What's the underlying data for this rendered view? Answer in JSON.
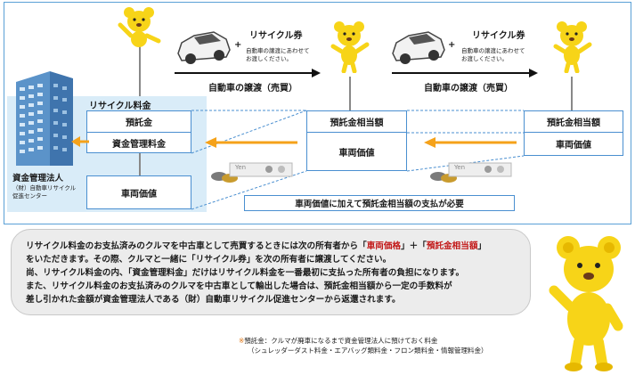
{
  "top": {
    "ticket_label": "リサイクル券",
    "ticket_note_line1": "自動車の譲渡にあわせて",
    "ticket_note_line2": "お渡しください。",
    "transfer_label": "自動車の譲渡（売買）",
    "plus": "+"
  },
  "left": {
    "header": "リサイクル料金",
    "deposit": "預託金",
    "mgmt_fee": "資金管理料金",
    "vehicle_price": "車両価値",
    "org_title": "資金管理法人",
    "org_sub1": "（財）自動車リサイクル",
    "org_sub2": "促進センター"
  },
  "middle": {
    "deposit_equiv": "預託金相当額",
    "vehicle_price": "車両価値"
  },
  "right": {
    "deposit_equiv": "預託金相当額",
    "vehicle_price": "車両価値"
  },
  "bottom_bar": "車両価値に加えて預託金相当額の支払が必要",
  "coin_yen": "Yen",
  "note": {
    "l1_a": "リサイクル料金のお支払済みのクルマを中古車として売買するときには次の所有者から「",
    "l1_red1": "車両価格",
    "l1_b": "」＋「",
    "l1_red2": "預託金相当額",
    "l1_c": "」",
    "l2": "をいただきます。その際、クルマと一緒に「リサイクル券」を次の所有者に譲渡してください。",
    "l3": "尚、リサイクル料金の内、「資金管理料金」だけはリサイクル料金を一番最初に支払った所有者の負担になります。",
    "l4": "また、リサイクル料金のお支払済みのクルマを中古車として輸出した場合は、預託金相当額から一定の手数料が",
    "l5": "差し引かれた金額が資金管理法人である（財）自動車リサイクル促進センターから返還されます。"
  },
  "footnote": {
    "mark": "※",
    "l1": "預託金：クルマが廃車になるまで資金管理法人に預けておく料金",
    "l2": "（シュレッダーダスト料金・エアバッグ類料金・フロン類料金・情報管理料金）"
  },
  "colors": {
    "box_border": "#4a8fd0",
    "left_panel": "#d9ecf8",
    "arrow_orange": "#f5a21a",
    "bear_yellow": "#f7d418",
    "red_text": "#c21818"
  }
}
